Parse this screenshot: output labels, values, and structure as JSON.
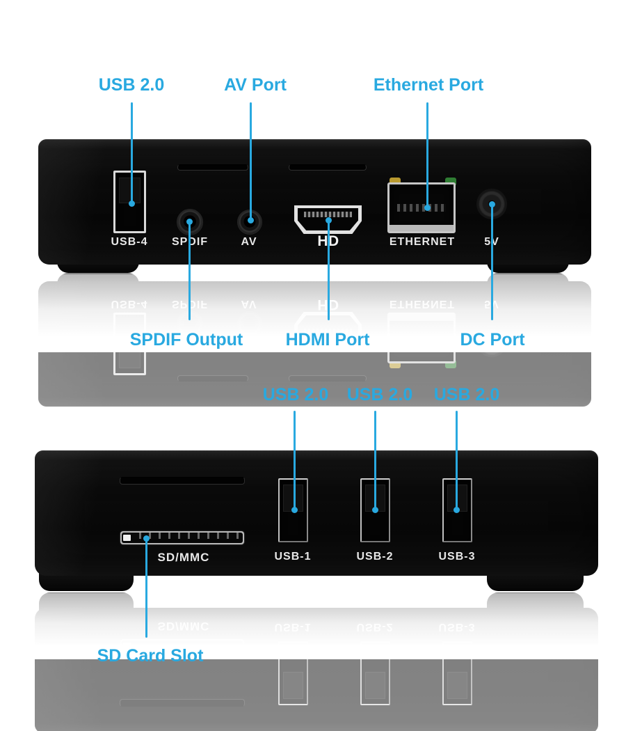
{
  "title": "TV box ports annotated diagram",
  "colors": {
    "accent": "#29a9e0",
    "device_black": "#0a0a0a",
    "port_text": "#e8e8e8",
    "led_yellow": "#b99a2f",
    "led_green": "#2f7d33"
  },
  "back_panel": {
    "top_callouts": [
      "USB 2.0",
      "AV Port",
      "Ethernet Port"
    ],
    "bottom_callouts": [
      "SPDIF Output",
      "HDMI Port",
      "DC Port"
    ],
    "port_labels": {
      "usb4": "USB-4",
      "spdif": "SPDIF",
      "av": "AV",
      "hdmi": "HD",
      "ethernet": "ETHERNET",
      "dc": "5V"
    }
  },
  "front_panel": {
    "top_callouts": [
      "USB 2.0",
      "USB 2.0",
      "USB 2.0"
    ],
    "bottom_callouts": [
      "SD Card Slot"
    ],
    "port_labels": {
      "sd": "SD/MMC",
      "usb1": "USB-1",
      "usb2": "USB-2",
      "usb3": "USB-3"
    }
  }
}
